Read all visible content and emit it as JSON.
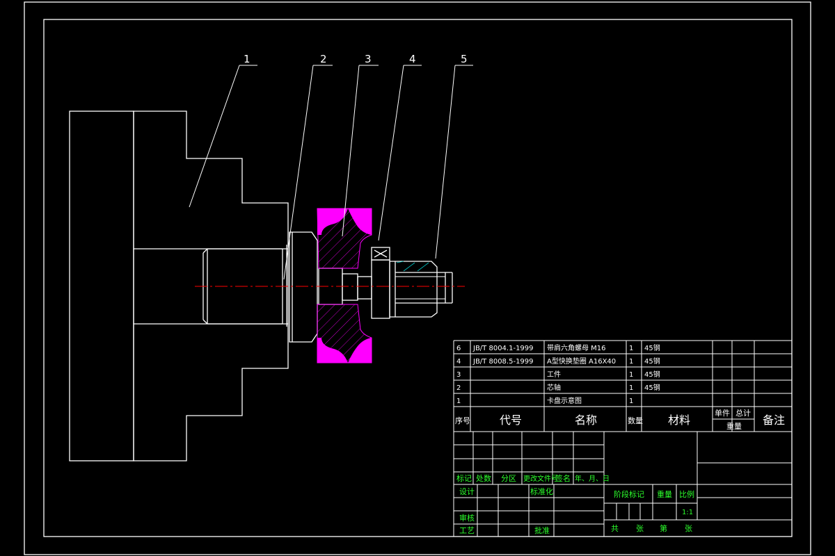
{
  "balloons": [
    "1",
    "2",
    "3",
    "4",
    "5"
  ],
  "parts_list": [
    {
      "no": "6",
      "code": "JB/T 8004.1-1999",
      "name": "带肩六角螺母 M16",
      "qty": "1",
      "material": "45钢"
    },
    {
      "no": "4",
      "code": "JB/T 8008.5-1999",
      "name": "A型快换垫圈 A16X40",
      "qty": "1",
      "material": "45钢"
    },
    {
      "no": "3",
      "code": "",
      "name": "工件",
      "qty": "1",
      "material": "45钢"
    },
    {
      "no": "2",
      "code": "",
      "name": "芯轴",
      "qty": "1",
      "material": "45钢"
    },
    {
      "no": "1",
      "code": "",
      "name": "卡盘示意图",
      "qty": "1",
      "material": ""
    }
  ],
  "parts_header": {
    "no": "序号",
    "code": "代号",
    "name": "名称",
    "qty": "数量",
    "material": "材料",
    "unit": "单件",
    "total": "总计",
    "weight": "重量",
    "remark": "备注"
  },
  "title_block": {
    "mark": "标记",
    "count": "处数",
    "zone": "分区",
    "doc": "更改文件号",
    "sign": "签名",
    "date": "年、月、日",
    "design": "设计",
    "standard": "标准化",
    "review": "审核",
    "process": "工艺",
    "approve": "批准",
    "stage": "阶段标记",
    "weight": "重量",
    "scale": "比例",
    "scale_value": "1:1",
    "total_sheets": "共",
    "sheet_unit": "张",
    "sheet_no": "第",
    "sheet_unit2": "张"
  },
  "colors": {
    "hatch": "#00c8c8",
    "workpiece": "#ff00ff",
    "text_green": "#2cff2c",
    "centerline": "#ff0000"
  }
}
